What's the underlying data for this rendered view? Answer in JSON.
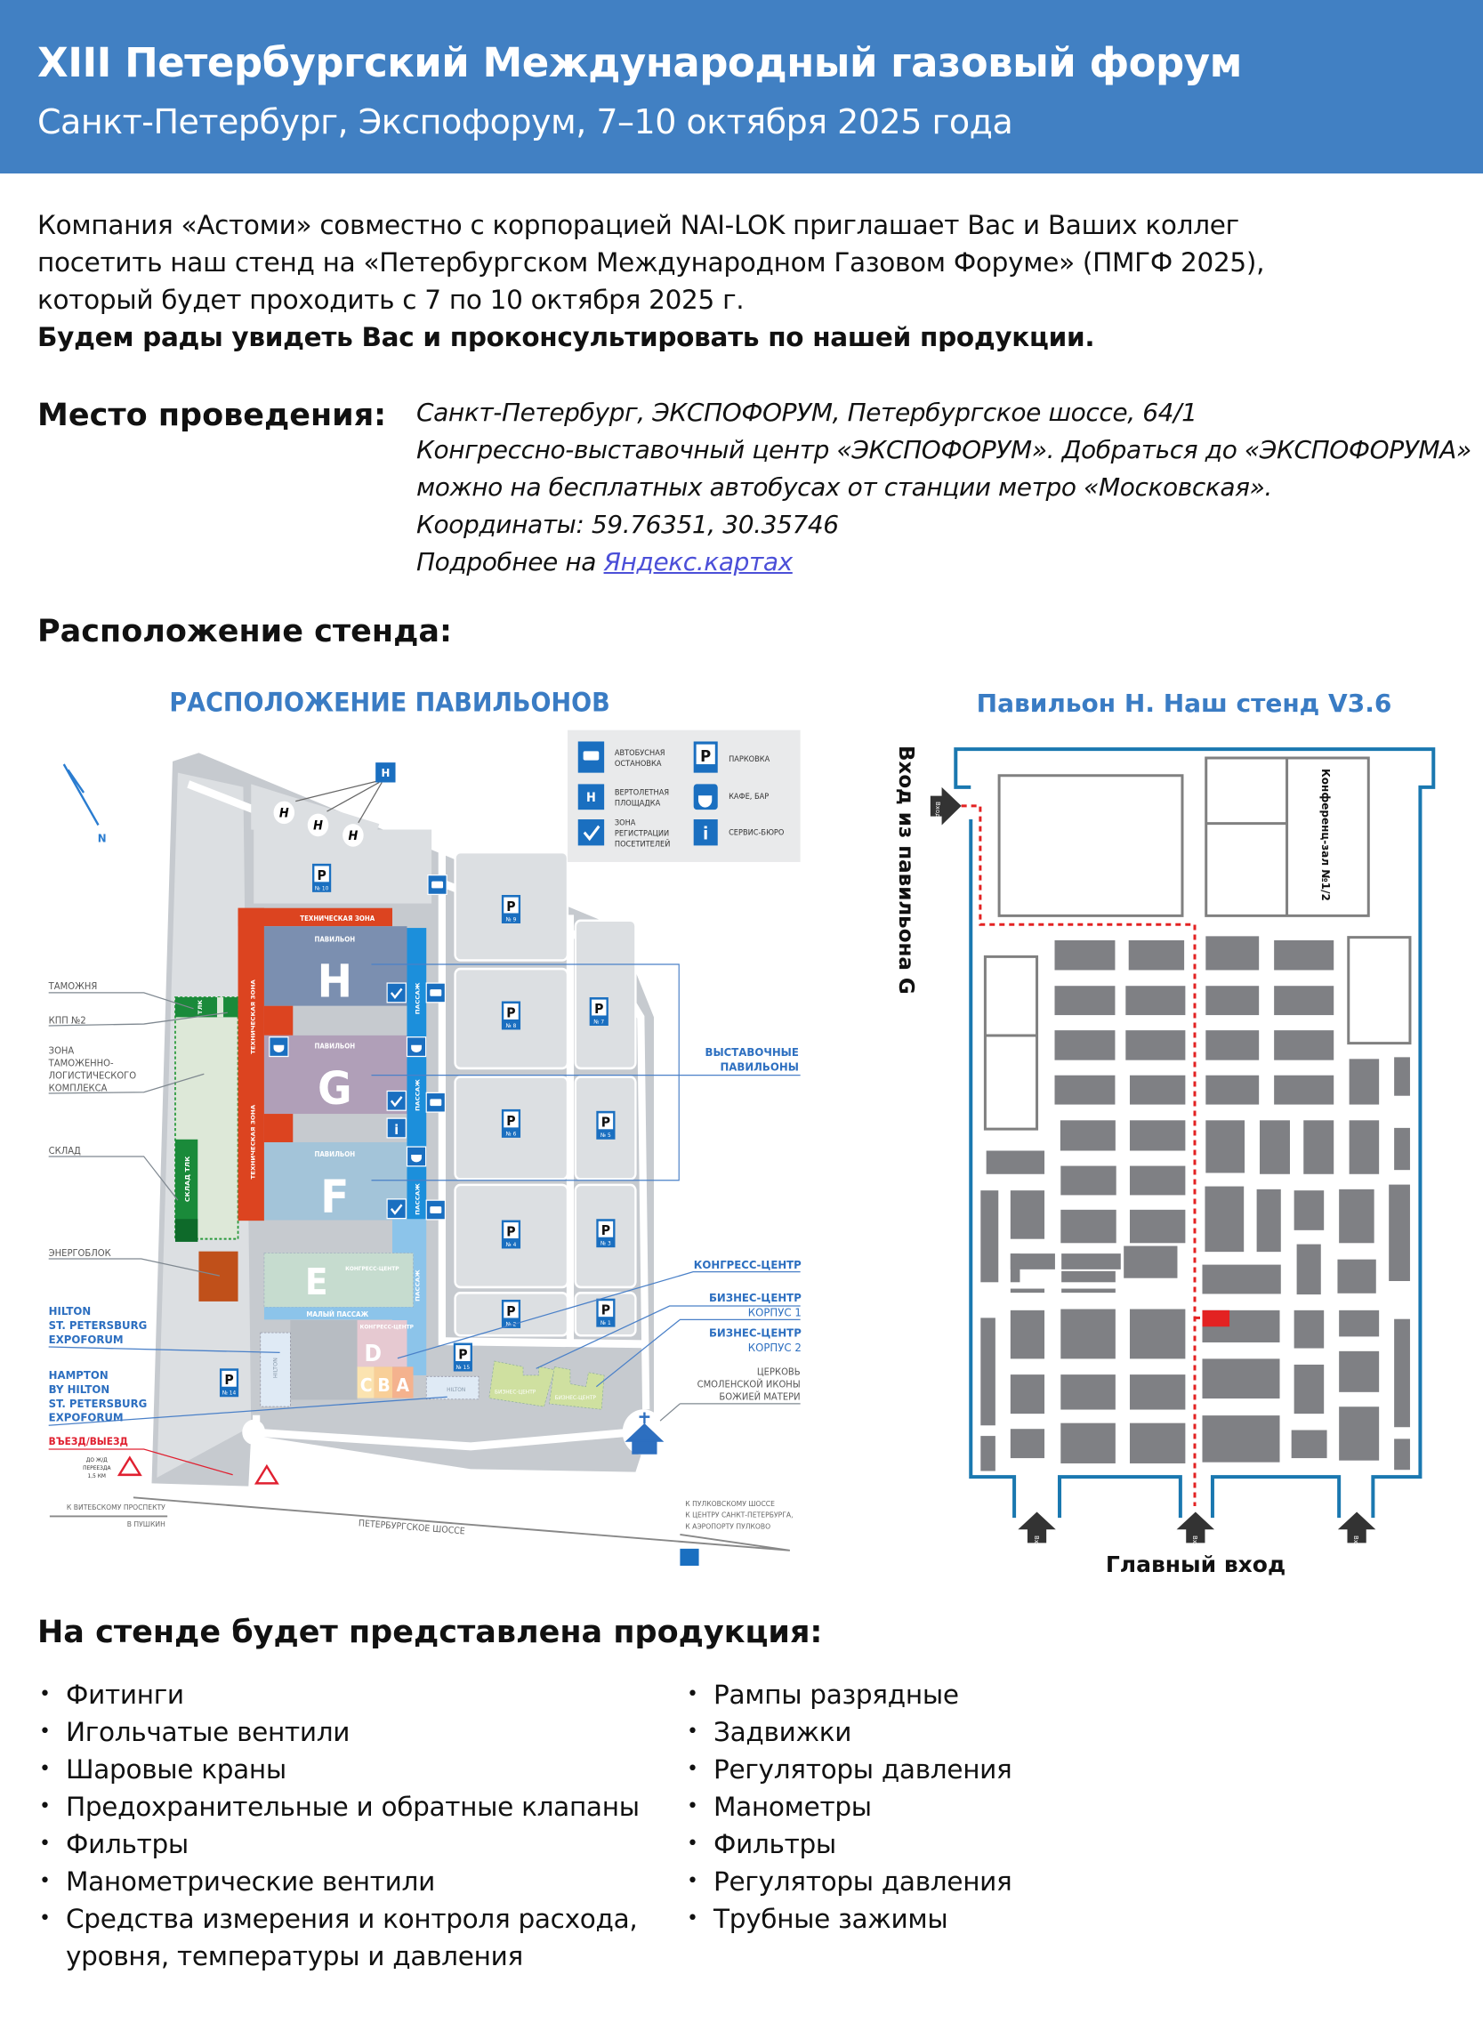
{
  "header": {
    "title": "XIII Петербургский Международный газовый форум",
    "subtitle": "Санкт-Петербург, Экспофорум, 7–10 октября 2025 года"
  },
  "intro": {
    "lines": [
      "Компания «Астоми» совместно с корпорацией NAI-LOK приглашает Вас и Ваших коллег",
      "посетить наш стенд на «Петербургском Международном Газовом Форуме» (ПМГФ 2025),",
      "который будет проходить с 7 по 10 октября 2025 г."
    ],
    "bold_line": "Будем рады увидеть Вас и проконсультировать по нашей продукции."
  },
  "venue": {
    "label": "Место проведения:",
    "lines": [
      "Санкт-Петербург, ЭКСПОФОРУМ, Петербургское шоссе, 64/1",
      "Конгрессно-выставочный центр «ЭКСПОФОРУМ». Добраться до «ЭКСПОФОРУМА»",
      "можно на бесплатных автобусах от станции метро «Московская».",
      "Координаты: 59.76351, 30.35746"
    ],
    "more_prefix": "Подробнее на ",
    "link_text": "Яндекс.картах"
  },
  "stand_heading": "Расположение стенда:",
  "pavilions_map": {
    "title": "РАСПОЛОЖЕНИЕ ПАВИЛЬОНОВ",
    "north": "N",
    "legend": {
      "bus": [
        "АВТОБУСНАЯ",
        "ОСТАНОВКА"
      ],
      "heli": [
        "ВЕРТОЛЕТНАЯ",
        "ПЛОЩАДКА"
      ],
      "reg": [
        "ЗОНА",
        "РЕГИСТРАЦИИ",
        "ПОСЕТИТЕЛЕЙ"
      ],
      "parking": "ПАРКОВКА",
      "cafe": "КАФЕ, БАР",
      "service": "СЕРВИС-БЮРО"
    },
    "left_labels": {
      "customs": "ТАМОЖНЯ",
      "kpp": "КПП №2",
      "zone": [
        "ЗОНА",
        "ТАМОЖЕННО-",
        "ЛОГИСТИЧЕСКОГО",
        "КОМПЛЕКСА"
      ],
      "warehouse": "СКЛАД",
      "energy": "ЭНЕРГОБЛОК",
      "hilton": [
        "HILTON",
        "ST. PETERSBURG",
        "EXPOFORUM"
      ],
      "hampton": [
        "HAMPTON",
        "BY HILTON",
        "ST. PETERSBURG",
        "EXPOFORUM"
      ],
      "entry": "ВЪЕЗД/ВЫЕЗД",
      "crossing": [
        "ДО Ж/Д",
        "ПЕРЕЕЗДА",
        "1,5 КМ"
      ]
    },
    "right_labels": {
      "pavilions": [
        "ВЫСТАВОЧНЫЕ",
        "ПАВИЛЬОНЫ"
      ],
      "congress": "КОНГРЕСС-ЦЕНТР",
      "bc1": [
        "БИЗНЕС-ЦЕНТР",
        "КОРПУС 1"
      ],
      "bc2": [
        "БИЗНЕС-ЦЕНТР",
        "КОРПУС 2"
      ],
      "church": [
        "ЦЕРКОВЬ",
        "СМОЛЕНСКОЙ ИКОНЫ",
        "БОЖИЕЙ МАТЕРИ"
      ]
    },
    "roads": {
      "vitebsky": "К ВИТЕБСКОМУ ПРОСПЕКТУ",
      "pushkin": "В ПУШКИН",
      "highway": "ПЕТЕРБУРГСКОЕ ШОССЕ",
      "pulkovo": [
        "К ПУЛКОВСКОМУ ШОССЕ",
        "К ЦЕНТРУ САНКТ-ПЕТЕРБУРГА,",
        "К АЭРОПОРТУ ПУЛКОВО"
      ]
    },
    "inner": {
      "tech_zone": "ТЕХНИЧЕСКАЯ ЗОНА",
      "pavilion": "ПАВИЛЬОН",
      "passage": "ПАССАЖ",
      "small_passage": "МАЛЫЙ ПАССАЖ",
      "congress_center": "КОНГРЕСС-ЦЕНТР",
      "tlk": "ТЛК",
      "tlk_store": "СКЛАД ТЛК",
      "hilton": "HILTON",
      "business_center": "БИЗНЕС-ЦЕНТР",
      "letters": [
        "H",
        "G",
        "F",
        "E",
        "D",
        "C",
        "B",
        "A"
      ],
      "heli": "H"
    },
    "parking": [
      "№ 10",
      "№ 9",
      "№ 8",
      "№ 7",
      "№ 6",
      "№ 5",
      "№ 4",
      "№ 3",
      "№ 2",
      "№ 1",
      "№ 15",
      "№ 14"
    ]
  },
  "hall_map": {
    "title": "Павильон H. Наш стенд V3.6",
    "side_entrance": "Вход из павильона G",
    "conference": "Конференц-зал №1/2",
    "entrance_word": "Вход",
    "main_entrance": "Главный вход",
    "stand_color": "#e32222"
  },
  "products": {
    "heading": "На стенде будет представлена продукция:",
    "left": [
      "Фитинги",
      "Игольчатые вентили",
      "Шаровые краны",
      "Предохранительные и обратные клапаны",
      "Фильтры",
      "Манометрические вентили",
      "Средства измерения и контроля расхода,"
    ],
    "left_cont": "уровня, температуры и давления",
    "right": [
      "Рампы разрядные",
      "Задвижки",
      "Регуляторы давления",
      "Манометры",
      "Фильтры",
      "Регуляторы давления",
      "Трубные зажимы"
    ]
  }
}
